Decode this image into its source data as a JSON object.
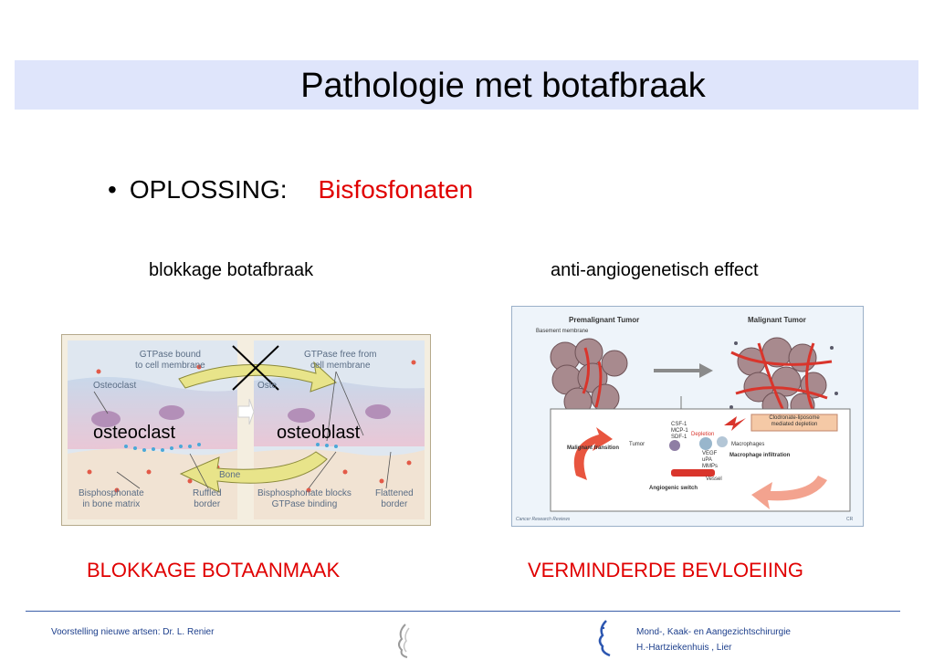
{
  "header": {
    "title": "Pathologie met botafbraak"
  },
  "bullet": {
    "label": "OPLOSSING:",
    "value": "Bisfosfonaten"
  },
  "columns": {
    "left": {
      "heading": "blokkage botafbraak",
      "caption": "BLOKKAGE BOTAANMAAK"
    },
    "right": {
      "heading": "anti-angiogenetisch effect",
      "caption": "VERMINDERDE BEVLOEIING"
    }
  },
  "figure_left": {
    "gtp_bound": [
      "GTPase bound",
      "to cell membrane"
    ],
    "gtp_free": [
      "GTPase free from",
      "cell membrane"
    ],
    "osteoclast_small": "Osteoclast",
    "osteoclast_small_cut": "Oste",
    "bone": "Bone",
    "bottom_labels": [
      [
        "Bisphosphonate",
        "in bone matrix"
      ],
      [
        "Ruffled",
        "border"
      ],
      [
        "Bisphosphonate blocks",
        "GTPase binding"
      ],
      [
        "Flattened",
        "border"
      ]
    ],
    "overlay_left": "osteoclast",
    "overlay_right": "osteoblast"
  },
  "figure_right": {
    "premalignant": "Premalignant Tumor",
    "malignant": "Malignant Tumor",
    "basement": "Basement membrane",
    "factors": [
      "CSF-1",
      "MCP-1",
      "SDF-1"
    ],
    "depletion": "Depletion",
    "tumor": "Tumor",
    "macrophages": "Macrophages",
    "growth": [
      "VEGF",
      "uPA",
      "MMPs"
    ],
    "vessel": "Vessel",
    "malignant_transition": "Malignant transition",
    "macrophage_infiltration": "Macrophage infiltration",
    "angiogenic_switch": "Angiogenic switch",
    "clodronate": [
      "Clodronate-liposome",
      "mediated depletion"
    ],
    "source": "Cancer Research Reviews",
    "corner": "CR"
  },
  "footer": {
    "left": "Voorstelling nieuwe artsen: Dr. L. Renier",
    "right_line1": "Mond-, Kaak- en Aangezichtschirurgie",
    "right_line2": "H.-Hartziekenhuis ,   Lier"
  },
  "colors": {
    "accent_red": "#e00000",
    "title_bg": "#dfe5fb",
    "footer_blue": "#1d3f8c"
  }
}
